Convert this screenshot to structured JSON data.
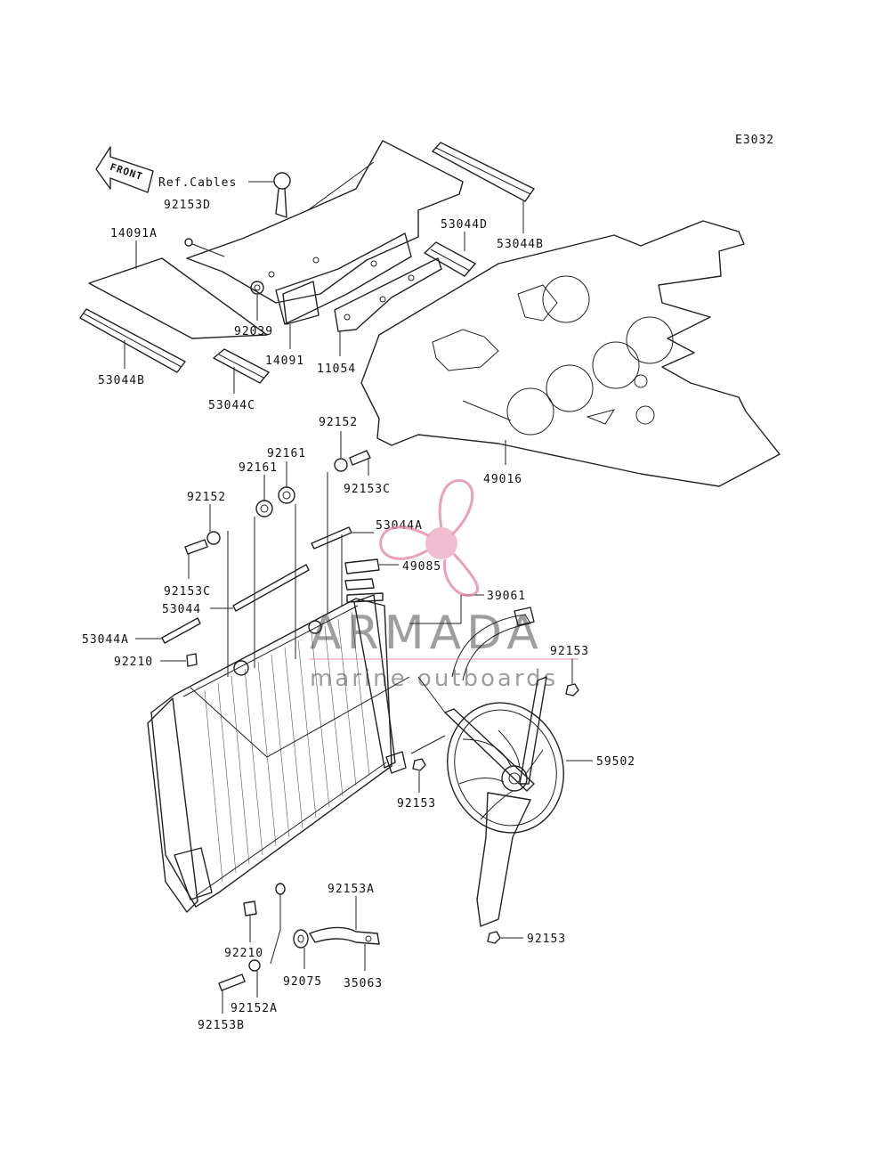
{
  "diagram_code": "E3032",
  "front_label": "FRONT",
  "ref_cables": "Ref.Cables",
  "watermark": {
    "brand": "ARMADA",
    "tagline": "marine outboards",
    "logo_color": "#e37fa3"
  },
  "labels": {
    "p92153D": "92153D",
    "p14091A": "14091A",
    "p53044D": "53044D",
    "p53044B_top": "53044B",
    "p53044B_left": "53044B",
    "p53044C": "53044C",
    "p92039": "92039",
    "p14091": "14091",
    "p11054": "11054",
    "p92152_top": "92152",
    "p92153C_top": "92153C",
    "p49016": "49016",
    "p92161_a": "92161",
    "p92161_b": "92161",
    "p92152_left": "92152",
    "p92153C_left": "92153C",
    "p53044": "53044",
    "p53044A_left": "53044A",
    "p92210_top": "92210",
    "p53044A_right": "53044A",
    "p49085": "49085",
    "p39061": "39061",
    "p92153_right": "92153",
    "p59502": "59502",
    "p92153_mid": "92153",
    "p92153_bottom": "92153",
    "p92153A": "92153A",
    "p92210_bottom": "92210",
    "p92075": "92075",
    "p35063": "35063",
    "p92152A": "92152A",
    "p92153B": "92153B"
  }
}
